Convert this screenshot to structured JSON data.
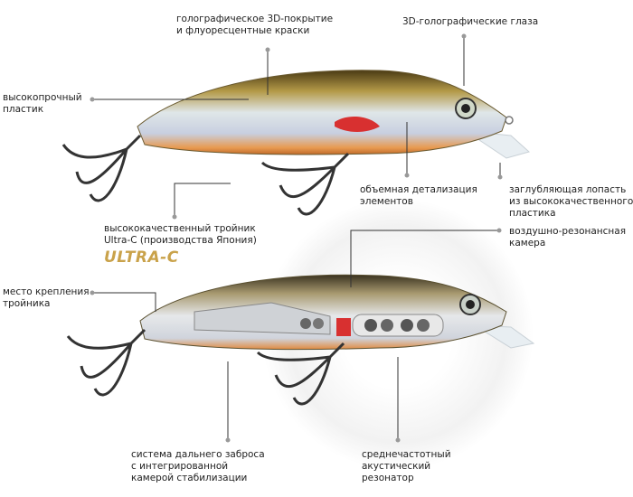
{
  "labels": {
    "coating": [
      "голографическое 3D-покрытие",
      "и флуоресцентные краски"
    ],
    "eyes": [
      "3D-голографические глаза"
    ],
    "plastic": [
      "высокопрочный",
      "пластик"
    ],
    "detail": [
      "объемная детализация",
      "элементов"
    ],
    "lip": [
      "заглубляющая лопасть",
      "из высококачественного",
      "пластика"
    ],
    "hook": [
      "высококачественный тройник",
      "Ultra-C (производства Япония)"
    ],
    "air_chamber": [
      "воздушно-резонансная",
      "камера"
    ],
    "hook_mount": [
      "место крепления",
      "тройника"
    ],
    "casting": [
      "система дальнего заброса",
      "с интегрированной",
      "камерой стабилизации"
    ],
    "resonator": [
      "среднечастотный",
      "акустический",
      "резонатор"
    ]
  },
  "logo": {
    "text": "ULTRA-C"
  },
  "colors": {
    "logo": "#c9a24a",
    "leader": "#333333",
    "dot": "#999999"
  }
}
